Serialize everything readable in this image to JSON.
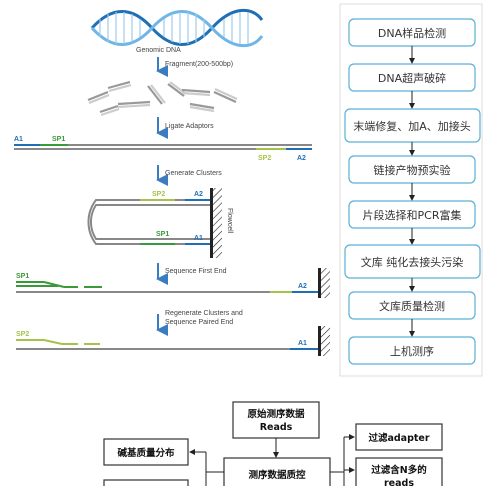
{
  "illumina": {
    "steps": [
      "Genomic DNA",
      "Fragment(200-500bp)",
      "Ligate Adaptors",
      "Generate Clusters",
      "Sequence First End",
      "Regenerate Clusters and",
      "Sequence Paired End"
    ],
    "tags": {
      "a1": "A1",
      "a2": "A2",
      "sp1": "SP1",
      "sp2": "SP2"
    },
    "flowcell": "Flowcell"
  },
  "workflow": {
    "steps": [
      "DNA样品检测",
      "DNA超声破碎",
      "末端修复、加A、加接头",
      "链接产物预实验",
      "片段选择和PCR富集",
      "文库 纯化去接头污染",
      "文库质量检测",
      "上机测序"
    ]
  },
  "qc": {
    "raw_line1": "原始测序数据",
    "raw_line2": "Reads",
    "base_quality": "碱基质量分布",
    "qc_label": "测序数据质控",
    "filter_adapter": "过滤adapter",
    "filter_n_line1": "过滤含N多的",
    "filter_n_line2": "reads"
  },
  "colors": {
    "blue": "#1f6fb5",
    "green": "#3a9a3a",
    "olive": "#a7c24a",
    "workflow_border": "#5ab0d6",
    "arrow": "#3b7cc0"
  }
}
